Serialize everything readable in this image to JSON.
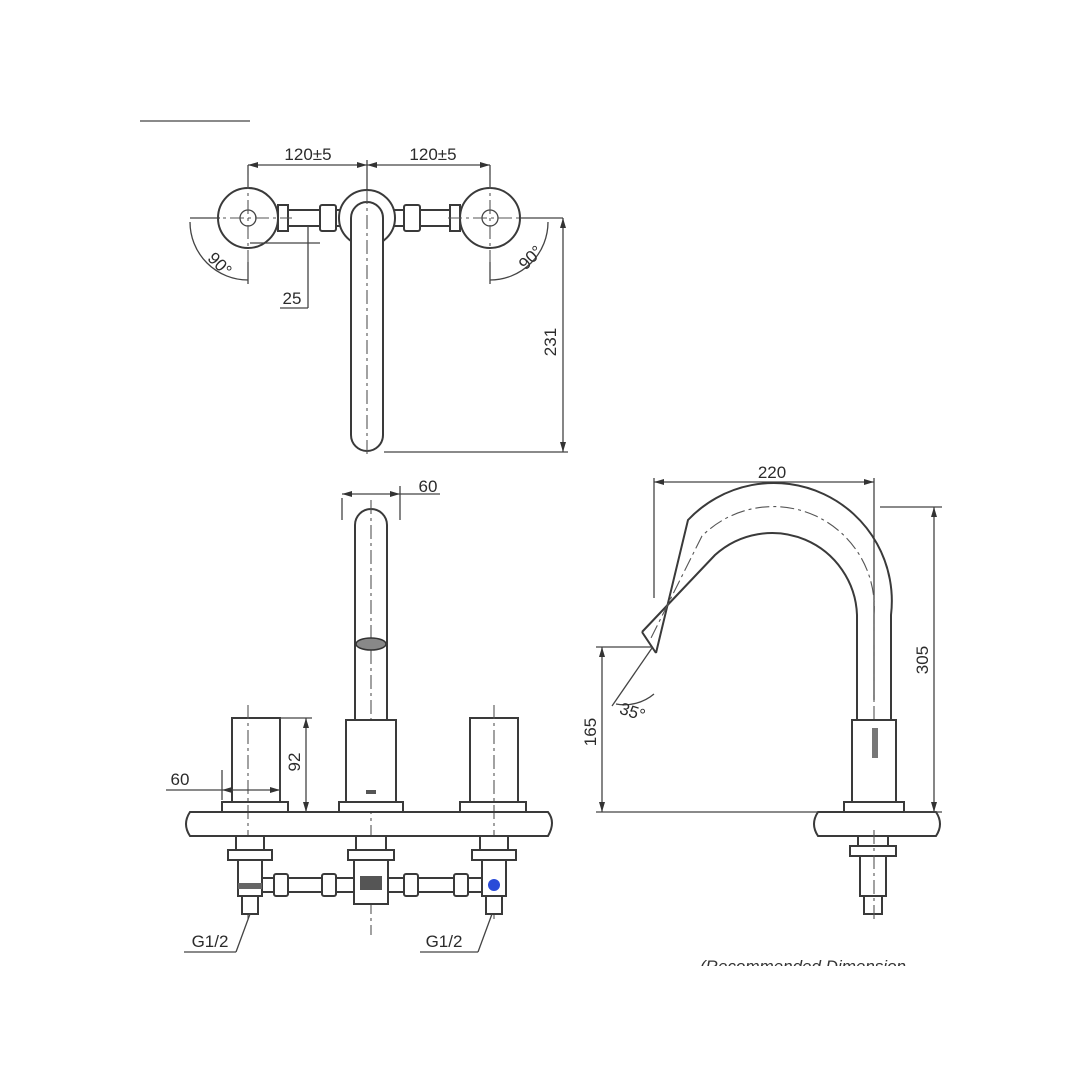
{
  "top_view": {
    "dim_left_spacing": "120±5",
    "dim_right_spacing": "120±5",
    "angle_left": "90°",
    "angle_right": "90°",
    "dim_offset": "25",
    "dim_spout_reach": "231"
  },
  "front_view": {
    "dim_spout_width": "60",
    "dim_handle_height": "92",
    "dim_handle_width": "60",
    "thread_left": "G1/2",
    "thread_right": "G1/2"
  },
  "side_view": {
    "dim_reach": "220",
    "dim_total_height": "305",
    "dim_outlet_height": "165",
    "angle_outlet": "35°"
  },
  "footer_note": "(Recommended Dimension"
}
